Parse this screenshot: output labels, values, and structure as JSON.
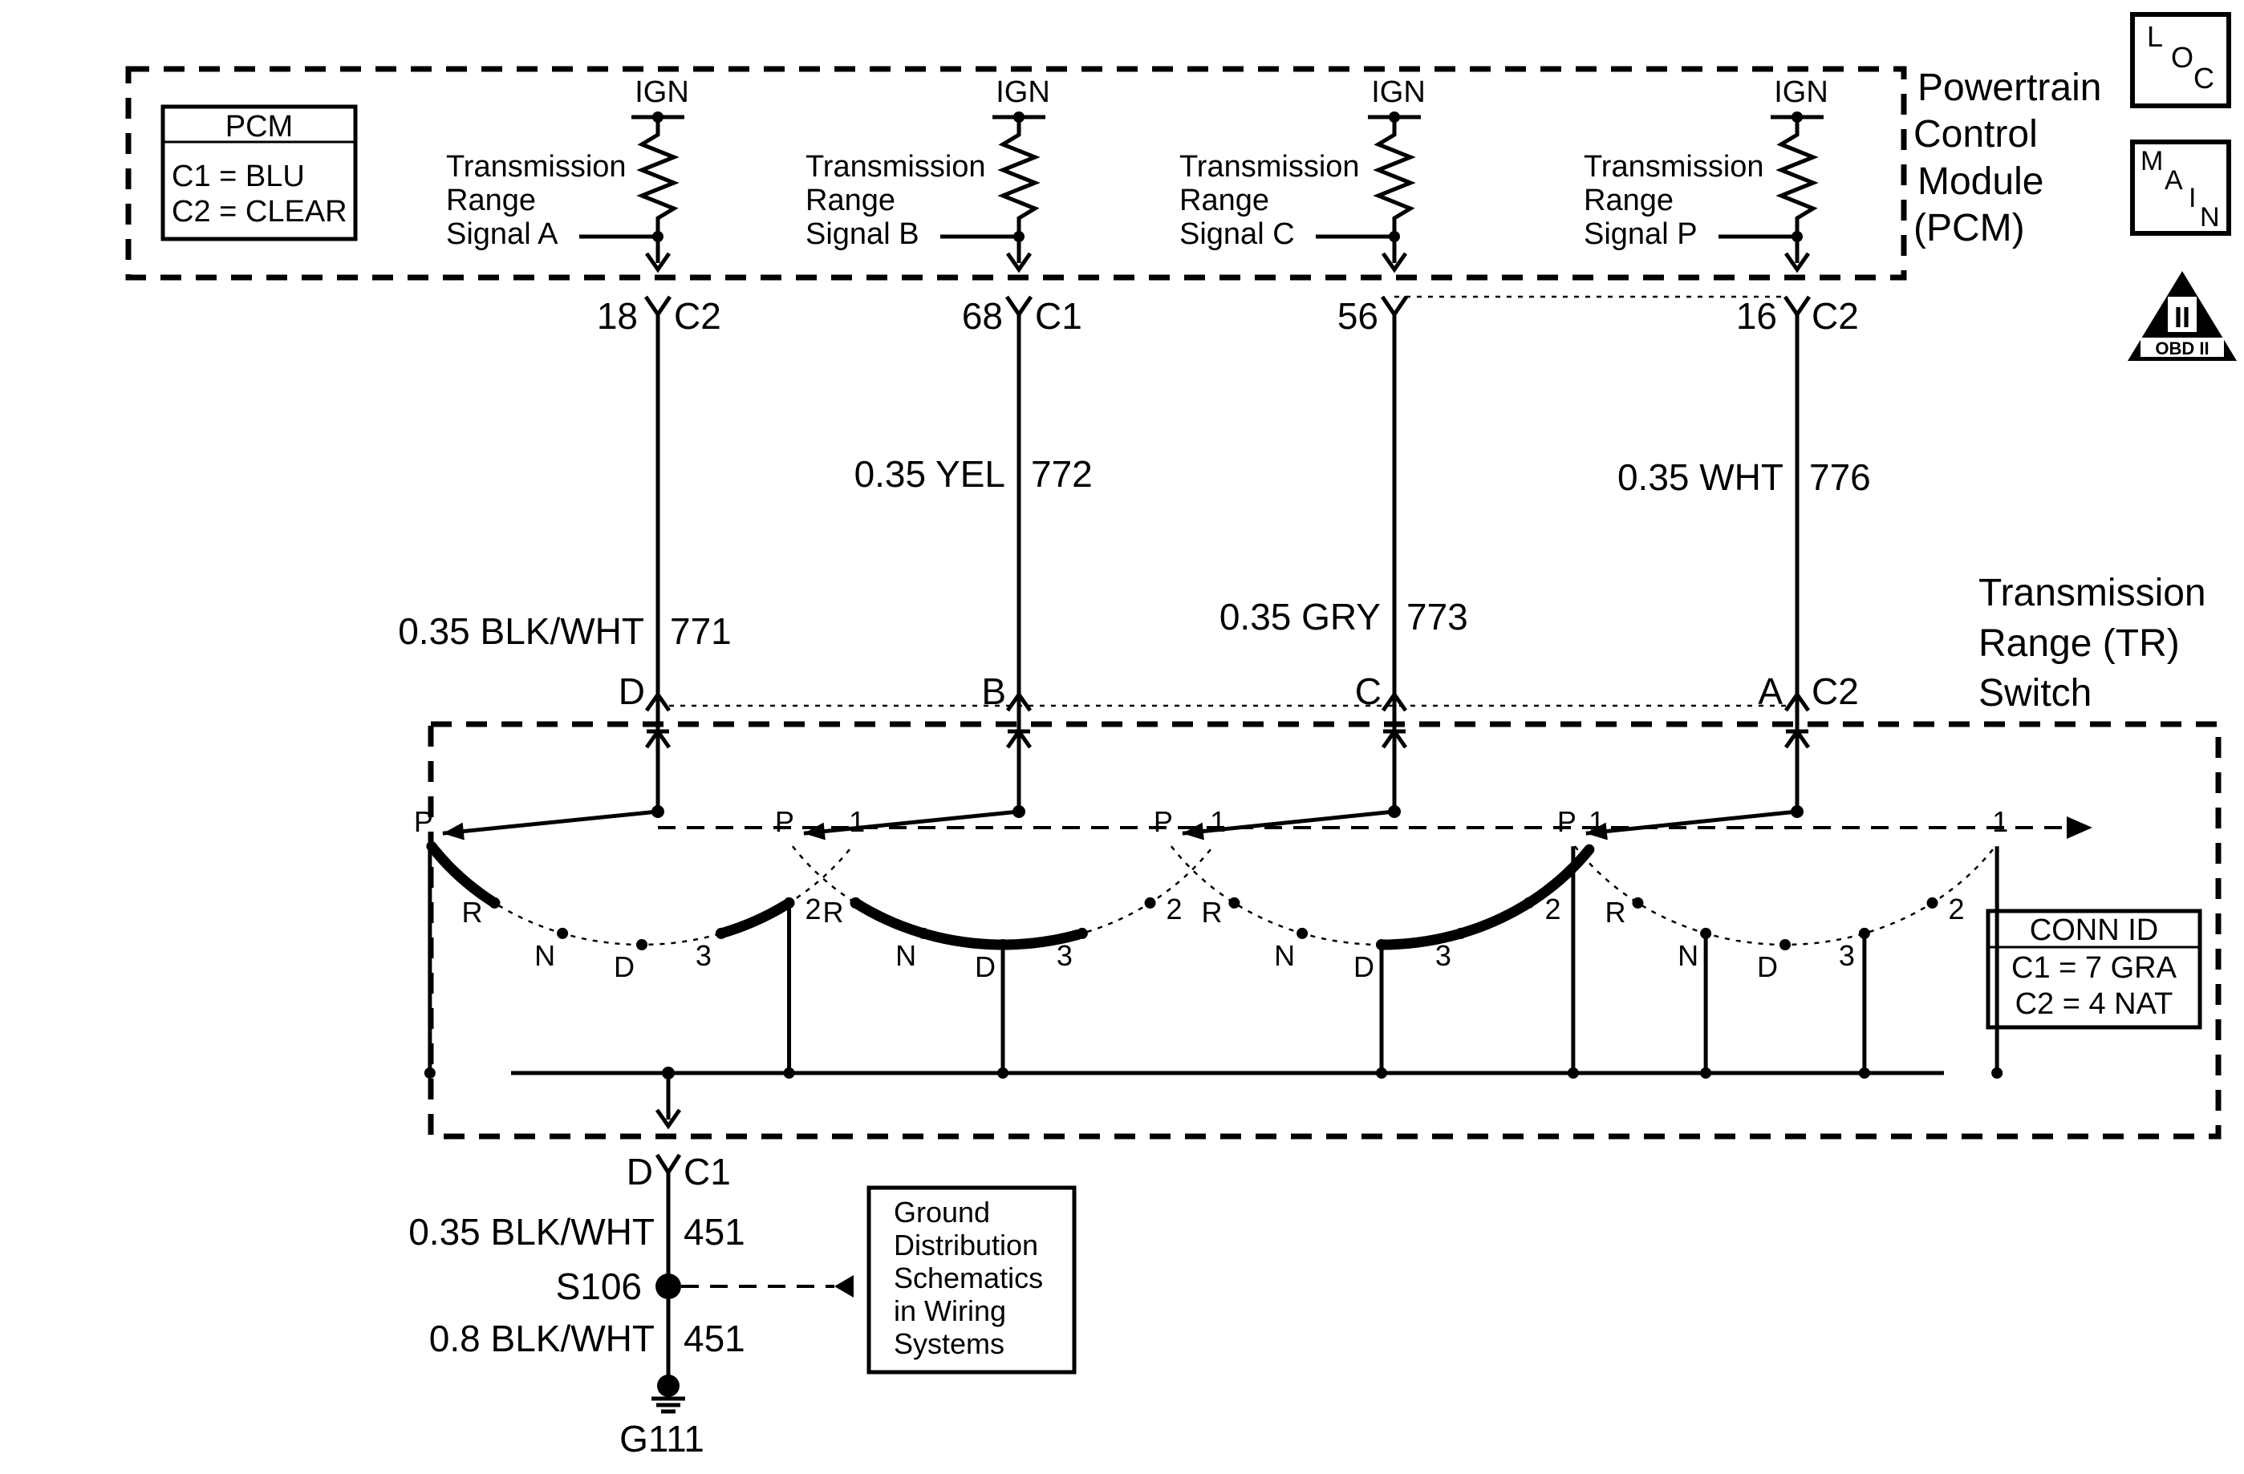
{
  "pcm": {
    "title_lines": [
      "Powertrain",
      "Control",
      "Module",
      "(PCM)"
    ],
    "legend": {
      "header": "PCM",
      "line1": "C1 = BLU",
      "line2": "C2 = CLEAR"
    },
    "ign_label": "IGN",
    "signals": [
      {
        "lines": [
          "Transmission",
          "Range",
          "Signal  A"
        ],
        "pin": "18",
        "conn": "C2"
      },
      {
        "lines": [
          "Transmission",
          "Range",
          "Signal B"
        ],
        "pin": "68",
        "conn": "C1"
      },
      {
        "lines": [
          "Transmission",
          "Range",
          "Signal C"
        ],
        "pin": "56",
        "conn": ""
      },
      {
        "lines": [
          "Transmission",
          "Range",
          "Signal P"
        ],
        "pin": "16",
        "conn": "C2"
      }
    ]
  },
  "wires": [
    {
      "gauge_color": "0.35 BLK/WHT",
      "circuit": "771"
    },
    {
      "gauge_color": "0.35 YEL",
      "circuit": "772"
    },
    {
      "gauge_color": "0.35 GRY",
      "circuit": "773"
    },
    {
      "gauge_color": "0.35 WHT",
      "circuit": "776"
    }
  ],
  "tr_switch": {
    "title_lines": [
      "Transmission",
      "Range (TR)",
      "Switch"
    ],
    "pins": [
      "D",
      "B",
      "C",
      "A"
    ],
    "pin_conn": "C2",
    "gear_labels": [
      "P",
      "R",
      "N",
      "D",
      "3",
      "2",
      "1"
    ],
    "conn_id": {
      "header": "CONN ID",
      "line1": "C1 = 7 GRA",
      "line2": "C2 = 4 NAT"
    }
  },
  "ground": {
    "pin": "D",
    "conn": "C1",
    "wire1": {
      "gauge_color": "0.35 BLK/WHT",
      "circuit": "451"
    },
    "splice": "S106",
    "wire2": {
      "gauge_color": "0.8 BLK/WHT",
      "circuit": "451"
    },
    "ground_id": "G111",
    "reference_lines": [
      "Ground",
      "Distribution",
      "Schematics",
      "in Wiring",
      "Systems"
    ]
  },
  "icons": {
    "loc": {
      "letters": [
        "L",
        "O",
        "C"
      ]
    },
    "main": {
      "letters": [
        "M",
        "A",
        "I",
        "N"
      ]
    },
    "obd": {
      "numeral": "II",
      "label": "OBD II"
    }
  }
}
